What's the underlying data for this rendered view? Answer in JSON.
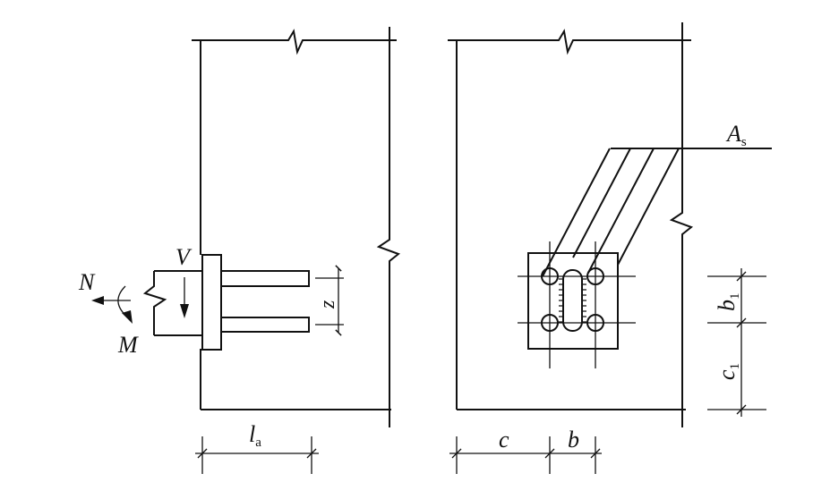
{
  "labels": {
    "force_v": "V",
    "force_n": "N",
    "moment_m": "M",
    "lever_arm_z": "z",
    "anchor_length_l": "l",
    "anchor_length_sub": "a",
    "rebar_area_a": "A",
    "rebar_area_sub": "s",
    "edge_distance_c": "c",
    "spacing_b": "b",
    "spacing_b1": "b",
    "spacing_b1_sub": "1",
    "edge_c1": "c",
    "edge_c1_sub": "1"
  }
}
